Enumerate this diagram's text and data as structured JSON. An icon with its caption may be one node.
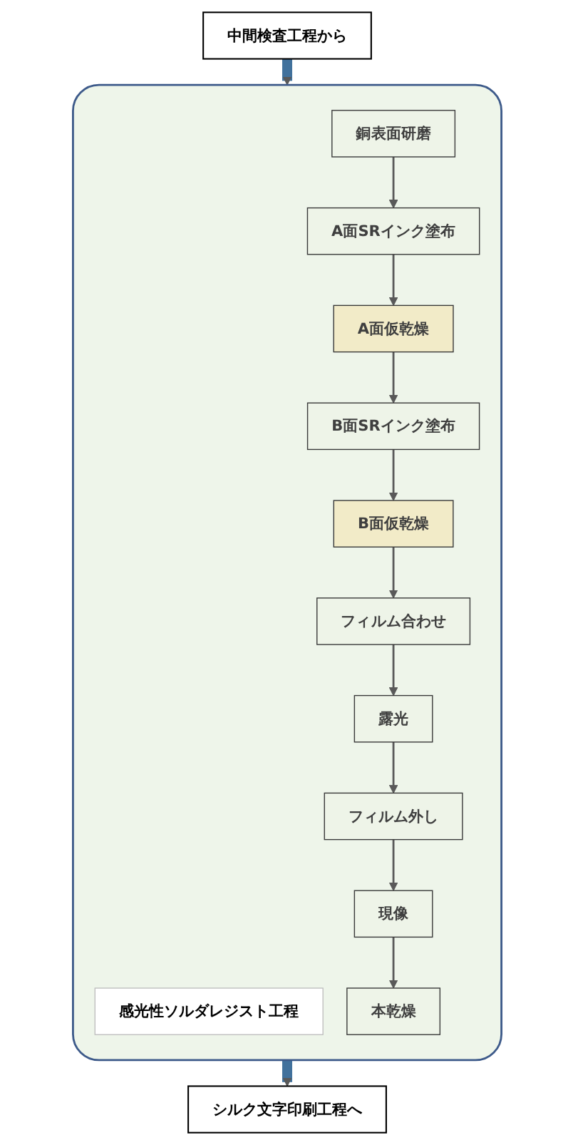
{
  "diagram": {
    "nodes": [
      {
        "text": [
          "中間検査工程から"
        ]
      },
      {
        "text": [],
        "shape": "box"
      },
      {
        "text": [
          "感光性ソルダレジスト工程"
        ],
        "in": 1
      },
      {
        "text": [
          "銅表面研磨"
        ],
        "in": 1
      },
      {
        "text": [
          "A面SRインク塗布"
        ],
        "in": 1
      },
      {
        "text": [
          "A面仮乾燥"
        ],
        "in": 1
      },
      {
        "text": [
          "B面SRインク塗布"
        ],
        "in": 1
      },
      {
        "text": [
          "B面仮乾燥"
        ],
        "in": 1
      },
      {
        "text": [
          "フィルム合わせ"
        ],
        "in": 1
      },
      {
        "text": [
          "露光"
        ],
        "in": 1
      },
      {
        "text": [
          "フィルム外し"
        ],
        "in": 1
      },
      {
        "text": [
          "現像"
        ],
        "in": 1
      },
      {
        "text": [
          "本乾燥"
        ],
        "in": 1
      },
      {
        "text": [
          "シルク文字印刷工程へ"
        ]
      }
    ],
    "edges": [
      {
        "from": 0,
        "to": 1,
        "arrow": "to",
        "style": "thick",
        "color": "#41719c"
      },
      {
        "from": 3,
        "to": 4,
        "arrow": "to"
      },
      {
        "from": 4,
        "to": 5,
        "arrow": "to"
      },
      {
        "from": 5,
        "to": 6,
        "arrow": "to"
      },
      {
        "from": 6,
        "to": 7,
        "arrow": "to"
      },
      {
        "from": 7,
        "to": 8,
        "arrow": "to"
      },
      {
        "from": 8,
        "to": 9,
        "arrow": "to"
      },
      {
        "from": 9,
        "to": 10,
        "arrow": "to"
      },
      {
        "from": 10,
        "to": 11,
        "arrow": "to"
      },
      {
        "from": 11,
        "to": 12,
        "arrow": "to"
      },
      {
        "from": 1,
        "to": 13,
        "arrow": "to",
        "style": "thick",
        "color": "#41719c"
      }
    ]
  }
}
